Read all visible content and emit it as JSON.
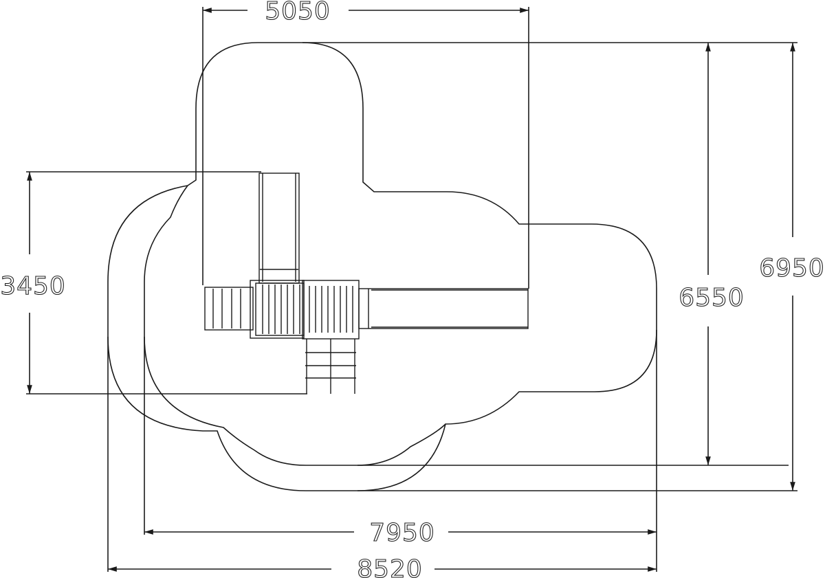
{
  "drawing": {
    "title": "Playground structure plan with safety zone",
    "dimensions": {
      "top_width": "5050",
      "left_height": "3450",
      "inner_height": "6550",
      "outer_height": "6950",
      "inner_width": "7950",
      "outer_width": "8520"
    },
    "colors": {
      "line": "#1a1a1a",
      "background": "#ffffff"
    }
  }
}
